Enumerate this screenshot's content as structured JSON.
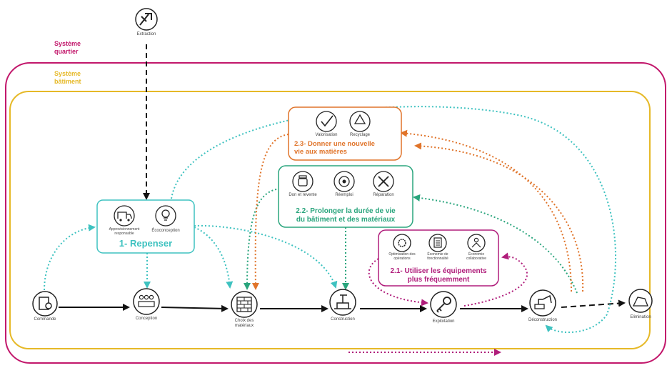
{
  "colors": {
    "quartier": "#c2176b",
    "batiment": "#e6b928",
    "repenser": "#3ec2c0",
    "prolonger": "#2aa57d",
    "matieres": "#e0742a",
    "equipements": "#b01d7b",
    "stage": "#111111"
  },
  "systems": {
    "quartier_line1": "Système",
    "quartier_line2": "quartier",
    "batiment_line1": "Système",
    "batiment_line2": "bâtiment"
  },
  "extraction": {
    "label": "Extraction",
    "icon": "extraction-icon"
  },
  "stages": [
    {
      "key": "commande",
      "label": "Commande",
      "icon": "order-icon"
    },
    {
      "key": "conception",
      "label": "Conception",
      "icon": "team-icon"
    },
    {
      "key": "choix",
      "label": "Choix des matériaux",
      "icon": "bricks-icon"
    },
    {
      "key": "construction",
      "label": "Construction",
      "icon": "crane-icon"
    },
    {
      "key": "exploitation",
      "label": "Exploitation",
      "icon": "key-icon"
    },
    {
      "key": "deconstruction",
      "label": "Déconstruction",
      "icon": "excavator-icon"
    },
    {
      "key": "elimination",
      "label": "Elimination",
      "icon": "waste-icon"
    }
  ],
  "repenser": {
    "title": "1- Repenser",
    "items": [
      {
        "label": "Approvisionnement responsable",
        "icon": "truck-icon"
      },
      {
        "label": "Écoconception",
        "icon": "bulb-icon"
      }
    ]
  },
  "matieres": {
    "title_line1": "2.3- Donner une nouvelle",
    "title_line2": "vie aux matières",
    "items": [
      {
        "label": "Valorisation",
        "icon": "valorisation-icon"
      },
      {
        "label": "Recyclage",
        "icon": "recycle-icon"
      }
    ]
  },
  "prolonger": {
    "title_line1": "2.2- Prolonger la durée de vie",
    "title_line2": "du bâtiment et des matériaux",
    "items": [
      {
        "label": "Don et revente",
        "icon": "jar-icon"
      },
      {
        "label": "Réemploi",
        "icon": "reuse-icon"
      },
      {
        "label": "Réparation",
        "icon": "tools-icon"
      }
    ]
  },
  "equipements": {
    "title_line1": "2.1- Utiliser les équipements",
    "title_line2": "plus fréquemment",
    "items": [
      {
        "label": "Optimisation des opérations",
        "icon": "gears-icon"
      },
      {
        "label": "Économie de fonctionnalité",
        "icon": "clipboard-icon"
      },
      {
        "label": "Économie collaborative",
        "icon": "collab-icon"
      }
    ]
  }
}
